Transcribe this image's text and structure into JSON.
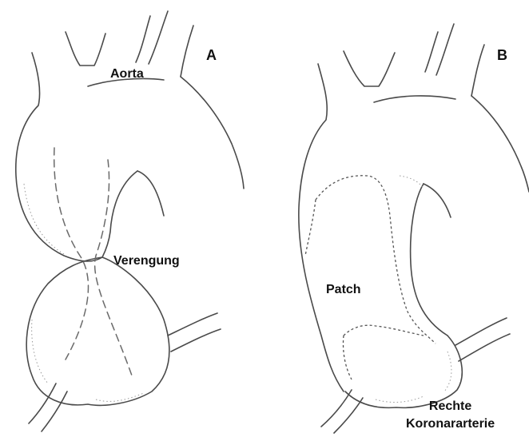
{
  "panel_a": {
    "letter": "A",
    "label_aorta": "Aorta",
    "label_narrowing": "Verengung"
  },
  "panel_b": {
    "letter": "B",
    "label_patch": "Patch",
    "label_right_coronary": "Rechte\nKoronararterie"
  }
}
